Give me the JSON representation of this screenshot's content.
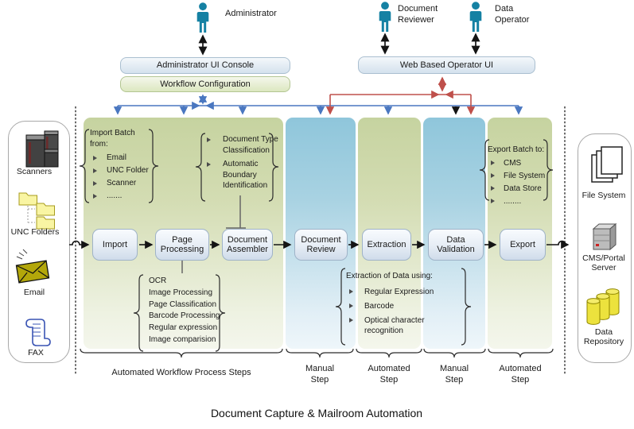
{
  "title": "Document Capture & Mailroom Automation",
  "actors": [
    {
      "label": "Administrator"
    },
    {
      "label": "Document Reviewer"
    },
    {
      "label": "Data Operator"
    }
  ],
  "consoles": {
    "admin_console": "Administrator UI Console",
    "workflow_config": "Workflow Configuration",
    "web_operator_ui": "Web Based Operator UI"
  },
  "left_sources": [
    {
      "icon": "scanners-icon",
      "label": "Scanners"
    },
    {
      "icon": "unc-folders-icon",
      "label": "UNC Folders"
    },
    {
      "icon": "email-icon",
      "label": "Email"
    },
    {
      "icon": "fax-icon",
      "label": "FAX"
    }
  ],
  "right_targets": [
    {
      "icon": "file-system-icon",
      "label": "File System"
    },
    {
      "icon": "server-icon",
      "label": "CMS/Portal Server"
    },
    {
      "icon": "data-repository-icon",
      "label": "Data Repository"
    }
  ],
  "flow_steps": [
    "Import",
    "Page Processing",
    "Document Assembler",
    "Document Review",
    "Extraction",
    "Data Validation",
    "Export"
  ],
  "annotations": {
    "import_batch": {
      "title": "Import Batch from:",
      "items": [
        "Email",
        "UNC Folder",
        "Scanner",
        "......."
      ]
    },
    "doc_type": {
      "items": [
        "Document Type Classification",
        "Automatic Boundary Identification"
      ]
    },
    "ocr": {
      "items": [
        "OCR",
        "Image Processing",
        "Page Classification",
        "Barcode Processing",
        "Regular expression",
        "Image comparision"
      ]
    },
    "extraction": {
      "title": "Extraction of Data using:",
      "items": [
        "Regular Expression",
        "Barcode",
        "Optical character recognition"
      ]
    },
    "export_batch": {
      "title": "Export Batch to:",
      "items": [
        "CMS",
        "File System",
        "Data Store",
        "........"
      ]
    }
  },
  "step_labels": [
    "Automated Workflow Process Steps",
    "Manual Step",
    "Automated Step",
    "Manual Step",
    "Automated Step"
  ],
  "colors": {
    "actor_teal": "#1581a3",
    "connector_blue": "#4a77c0",
    "connector_red": "#bf504b",
    "connector_black": "#1a1a1a",
    "panel_green": "#c6d3a0",
    "panel_blue": "#8fc6db",
    "flow_box_fill": "#dfe9f3",
    "flow_box_border": "#9fb3c8"
  }
}
